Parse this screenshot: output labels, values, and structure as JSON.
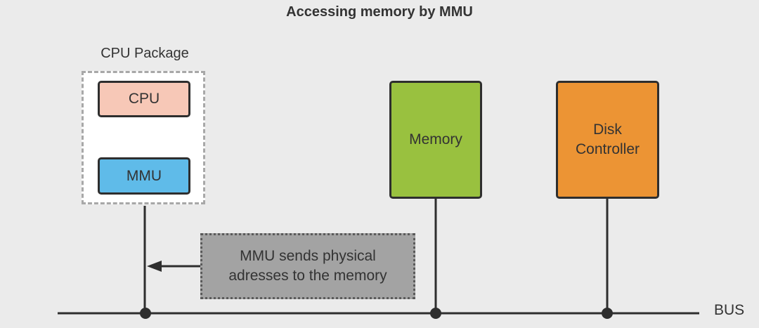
{
  "title": "Accessing memory by MMU",
  "cpu_package": {
    "label": "CPU Package",
    "cpu": "CPU",
    "mmu": "MMU"
  },
  "memory": "Memory",
  "disk_controller": {
    "line1": "Disk",
    "line2": "Controller"
  },
  "note": {
    "line1": "MMU sends physical",
    "line2": "adresses to the memory"
  },
  "bus_label": "BUS",
  "colors": {
    "background": "#ebebeb",
    "cpu": "#f7c8b7",
    "mmu": "#5fbbe9",
    "memory": "#99c13f",
    "disk_controller": "#ec9434",
    "note": "#a3a3a3",
    "line": "#2e2e2e"
  }
}
